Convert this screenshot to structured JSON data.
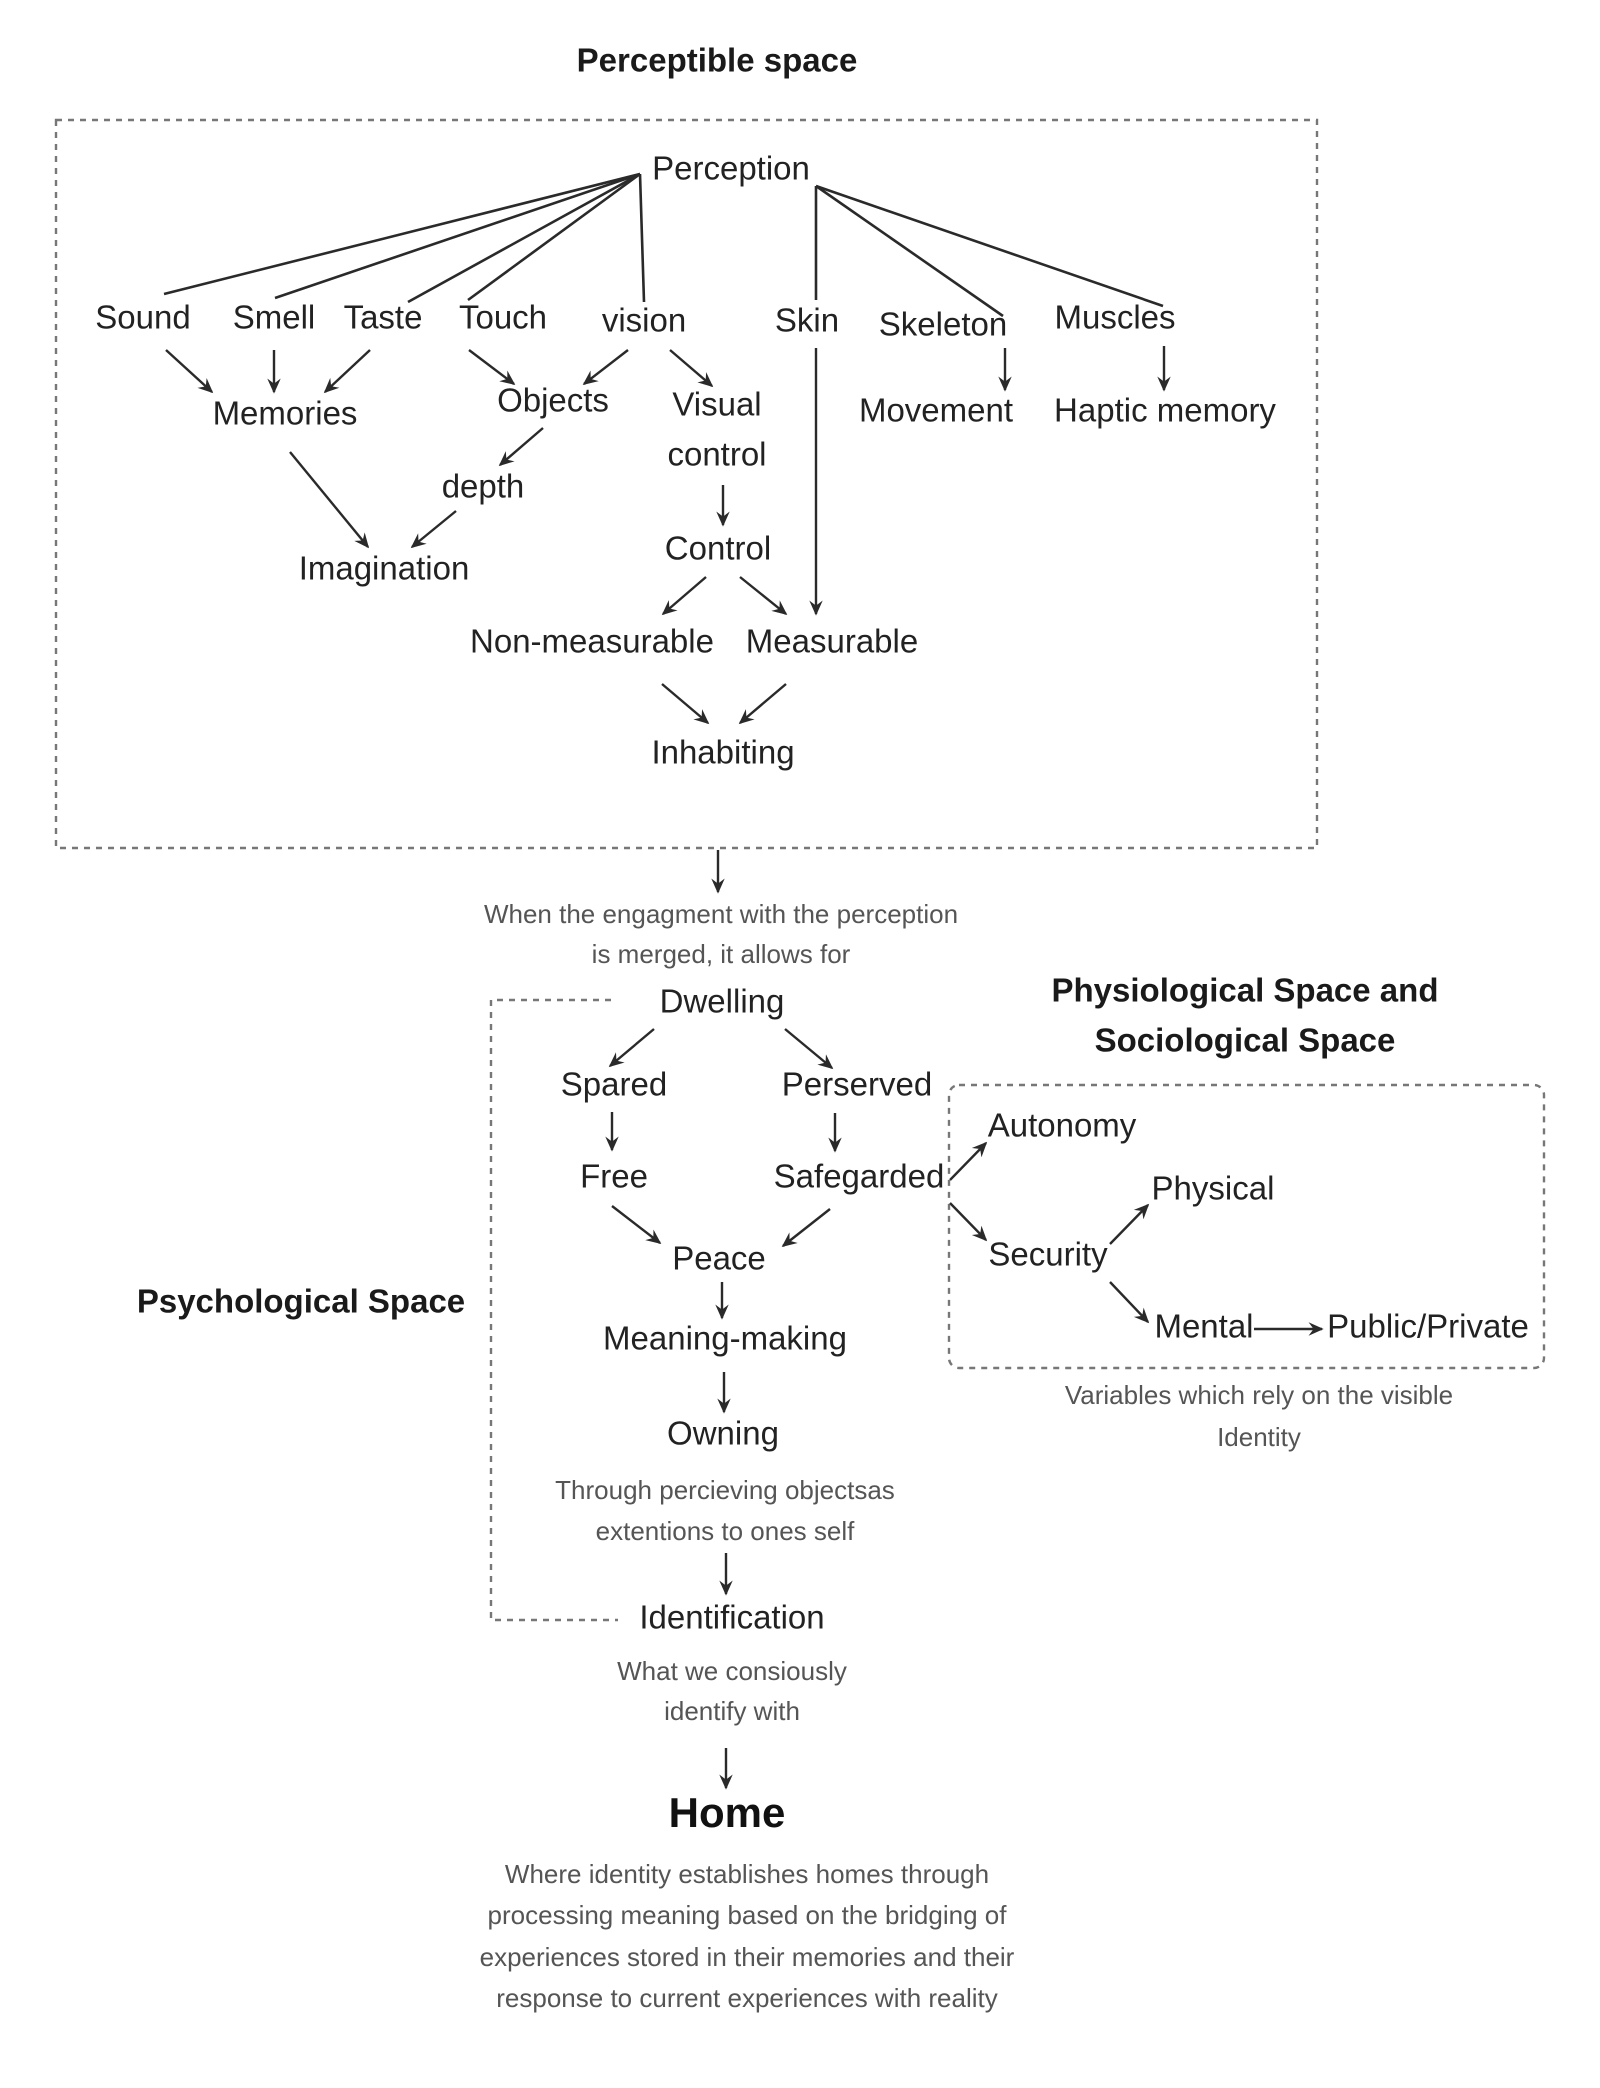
{
  "perceptible": {
    "title": "Perceptible space",
    "root": "Perception",
    "senses": [
      "Sound",
      "Smell",
      "Taste",
      "Touch",
      "vision",
      "Skin",
      "Skeleton",
      "Muscles"
    ],
    "memories": "Memories",
    "objects": "Objects",
    "visual": "Visual",
    "control_word": "control",
    "movement": "Movement",
    "haptic": "Haptic memory",
    "depth": "depth",
    "imagination": "Imagination",
    "control": "Control",
    "non_measurable": "Non-measurable",
    "measurable": "Measurable",
    "inhabiting": "Inhabiting"
  },
  "transition": {
    "line1": "When the engagment with the perception",
    "line2": "is merged, it allows for"
  },
  "psychological": {
    "title": "Psychological Space",
    "dwelling": "Dwelling",
    "spared": "Spared",
    "perserved": "Perserved",
    "free": "Free",
    "safegarded": "Safegarded",
    "peace": "Peace",
    "meaning": "Meaning-making",
    "owning": "Owning",
    "owning_caption": [
      "Through percieving objectsas",
      "extentions to ones self"
    ],
    "identification": "Identification",
    "identification_caption": [
      "What we consiously",
      "identify with"
    ]
  },
  "physiological": {
    "title": [
      "Physiological Space and",
      "Sociological Space"
    ],
    "autonomy": "Autonomy",
    "security": "Security",
    "physical": "Physical",
    "mental": "Mental",
    "public_private": "Public/Private",
    "caption": [
      "Variables which rely on the visible",
      "Identity"
    ]
  },
  "home": {
    "title": "Home",
    "caption": [
      "Where identity establishes homes through",
      "processing meaning based on the bridging of",
      "experiences stored in their memories and their",
      "response to  current experiences with reality"
    ]
  }
}
